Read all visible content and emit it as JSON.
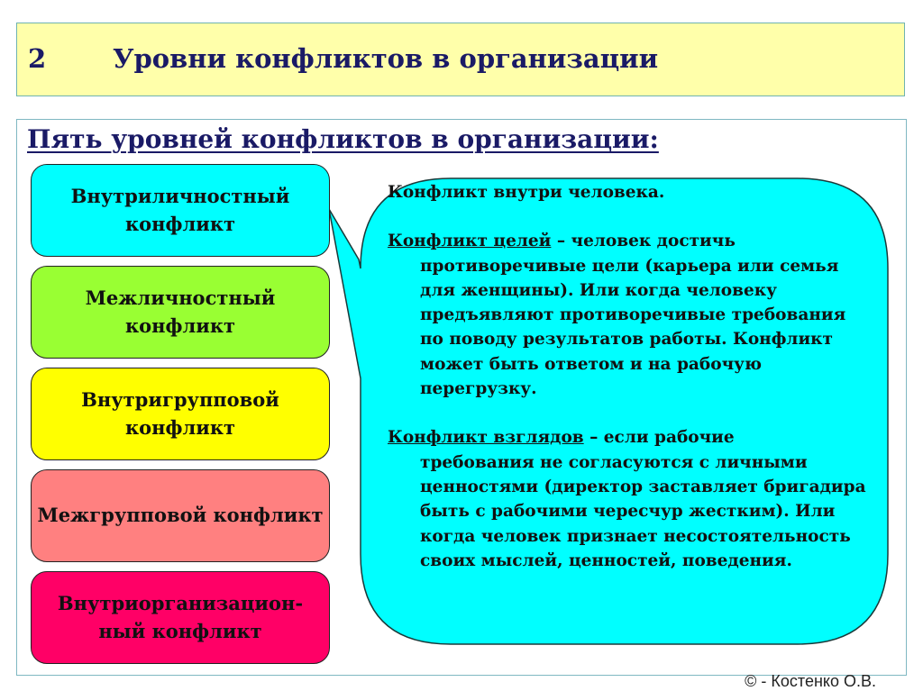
{
  "slide": {
    "number": "2",
    "title": "Уровни конфликтов в организации",
    "subtitle": "Пять уровней конфликтов в организации:"
  },
  "levels": [
    {
      "label": "Внутриличностный конфликт",
      "color": "#00FFFF"
    },
    {
      "label": "Межличностный конфликт",
      "color": "#99FF33"
    },
    {
      "label": "Внутригрупповой конфликт",
      "color": "#FFFF00"
    },
    {
      "label": "Межгрупповой конфликт",
      "color": "#FF8080"
    },
    {
      "label": "Внутриорганизацион-ный конфликт",
      "color": "#FF0066"
    }
  ],
  "callout": {
    "color": "#00FFFF",
    "intro": "Конфликт внутри человека.",
    "goals_term": "Конфликт целей",
    "goals_text": " – человек достичь",
    "goals_body": "противоречивые цели (карьера или семья для женщины). Или когда человеку предъявляют противоречивые требования по поводу результатов работы. Конфликт может быть ответом и на рабочую перегрузку.",
    "views_term": "Конфликт взглядов",
    "views_text": " – если рабочие",
    "views_body": "требования не согласуются с личными ценностями (директор заставляет бригадира быть с рабочими чересчур жестким). Или когда человек признает несостоятельность своих мыслей, ценностей, поведения."
  },
  "footer": {
    "copyright": "© - Костенко О.В."
  }
}
